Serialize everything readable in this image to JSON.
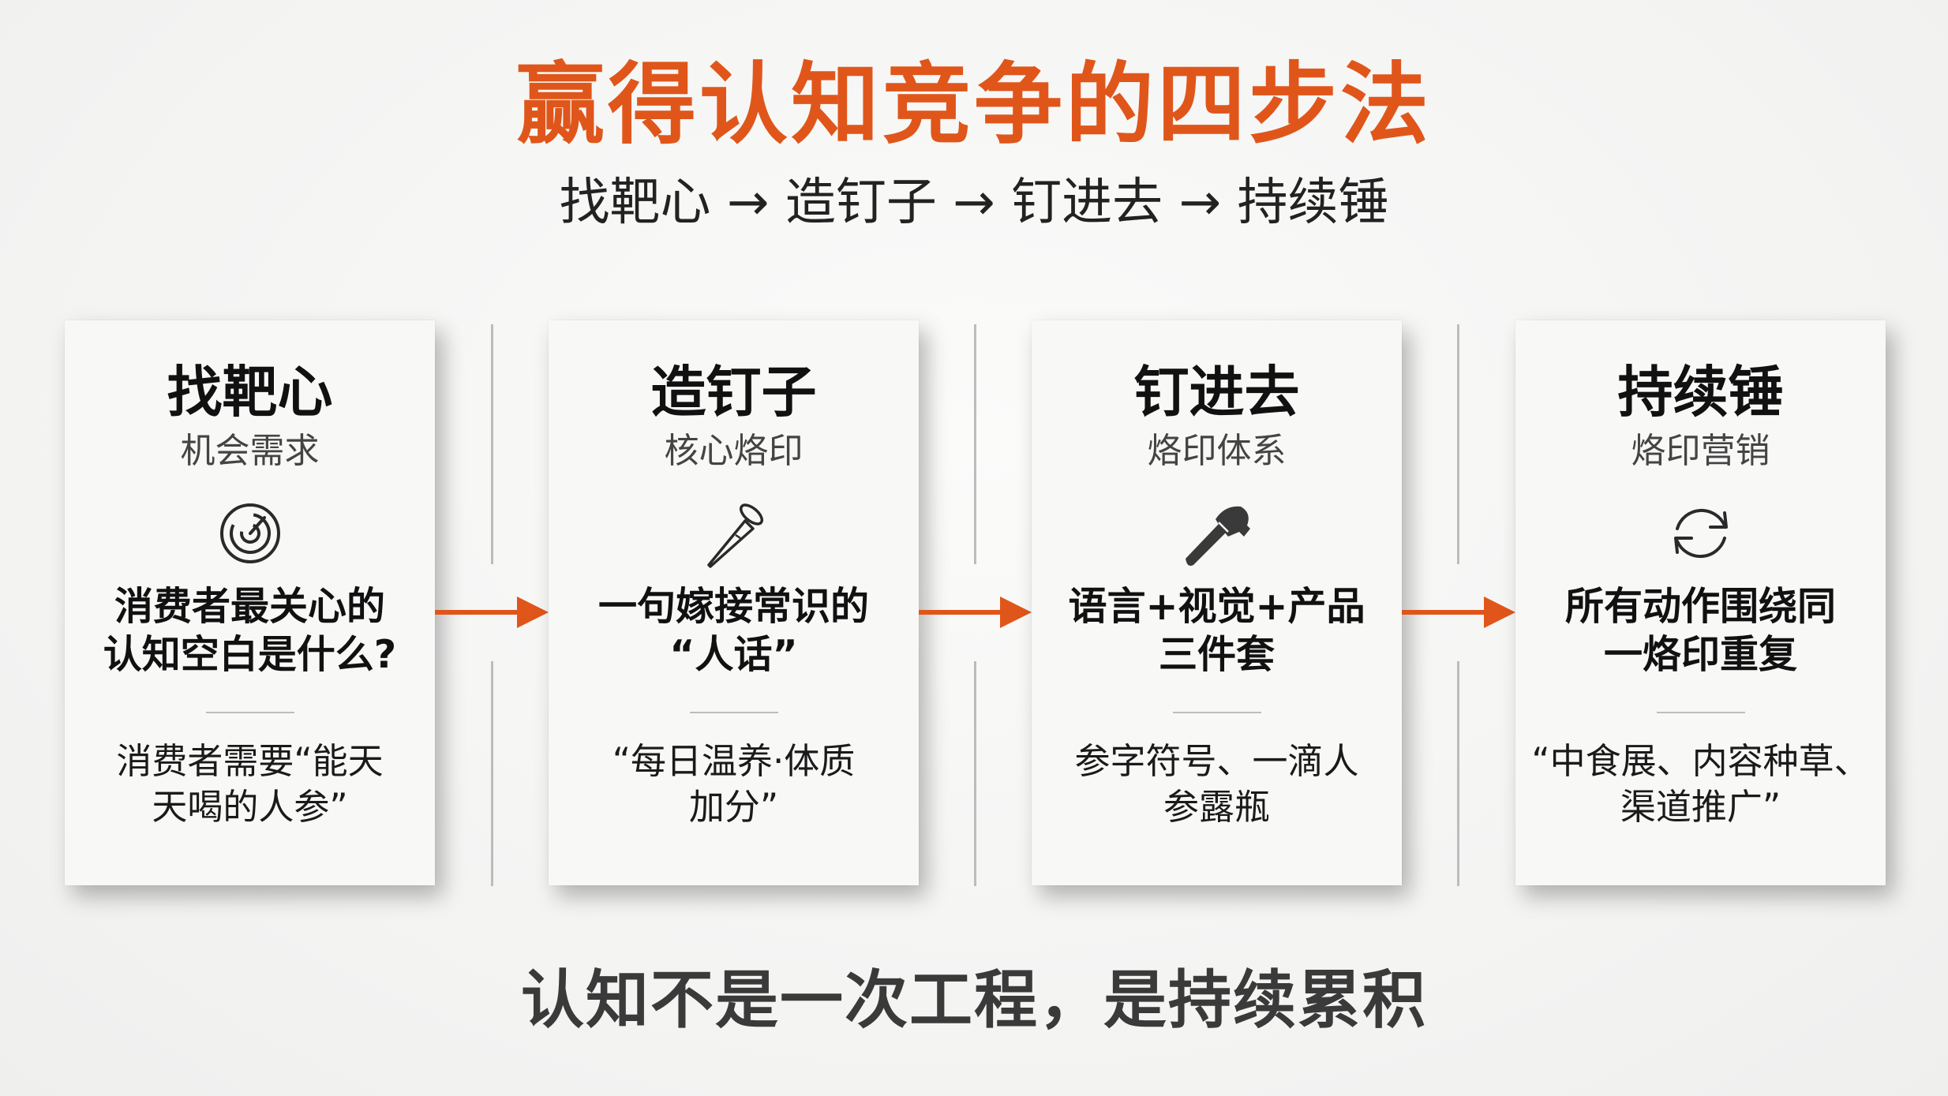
{
  "header": {
    "title": "赢得认知竞争的四步法",
    "subtitle": "找靶心 → 造钉子 → 钉进去 → 持续锤"
  },
  "colors": {
    "accent": "#e0561a",
    "text_dark": "#111111",
    "text_muted": "#444444",
    "divider": "#bcbcbc",
    "card_bg": "#f8f8f7"
  },
  "steps": [
    {
      "title": "找靶心",
      "subtitle": "机会需求",
      "icon": "target-icon",
      "main_line1": "消费者最关心的",
      "main_line2": "认知空白是什么?",
      "example_line1": "消费者需要“能天",
      "example_line2": "天喝的人参”"
    },
    {
      "title": "造钉子",
      "subtitle": "核心烙印",
      "icon": "nail-icon",
      "main_line1": "一句嫁接常识的",
      "main_line2": "“人话”",
      "example_line1": "“每日温养·体质",
      "example_line2": "加分”"
    },
    {
      "title": "钉进去",
      "subtitle": "烙印体系",
      "icon": "hammer-icon",
      "main_line1": "语言+视觉+产品",
      "main_line2": "三件套",
      "example_line1": "参字符号、一滴人",
      "example_line2": "参露瓶"
    },
    {
      "title": "持续锤",
      "subtitle": "烙印营销",
      "icon": "refresh-cycle-icon",
      "main_line1": "所有动作围绕同",
      "main_line2": "一烙印重复",
      "example_line1": "“中食展、内容种草、",
      "example_line2": "渠道推广”"
    }
  ],
  "footer": {
    "tagline": "认知不是一次工程，是持续累积"
  }
}
